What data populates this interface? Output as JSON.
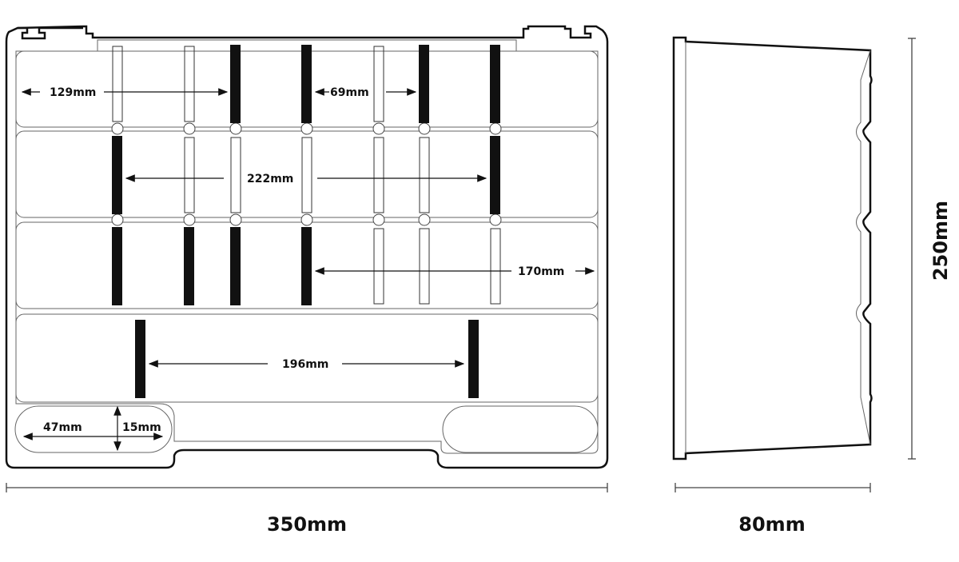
{
  "colors": {
    "line": "#111111",
    "thin": "#444444",
    "fill_divider": "#111111",
    "background": "#ffffff"
  },
  "top_view": {
    "inner_dimensions": [
      {
        "label": "129mm"
      },
      {
        "label": "69mm"
      },
      {
        "label": "222mm"
      },
      {
        "label": "170mm"
      },
      {
        "label": "196mm"
      },
      {
        "label": "47mm"
      },
      {
        "label": "15mm"
      }
    ],
    "overall_width": "350mm"
  },
  "side_view": {
    "height": "250mm",
    "depth": "80mm"
  }
}
